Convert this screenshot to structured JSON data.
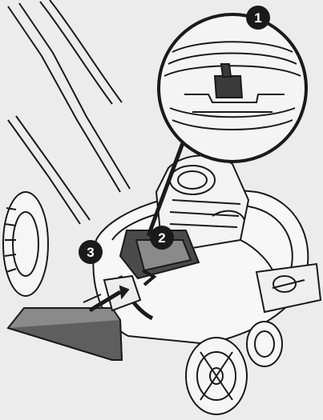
{
  "callouts": [
    {
      "number": "1"
    },
    {
      "number": "2"
    },
    {
      "number": "3"
    }
  ],
  "colors": {
    "background": "#ececec",
    "line": "#1a1a1a",
    "callout_fill": "#1a1a1a",
    "callout_text": "#ffffff",
    "part_fill_dark": "#4a4a4a",
    "part_fill_mid": "#8a8a8a"
  }
}
